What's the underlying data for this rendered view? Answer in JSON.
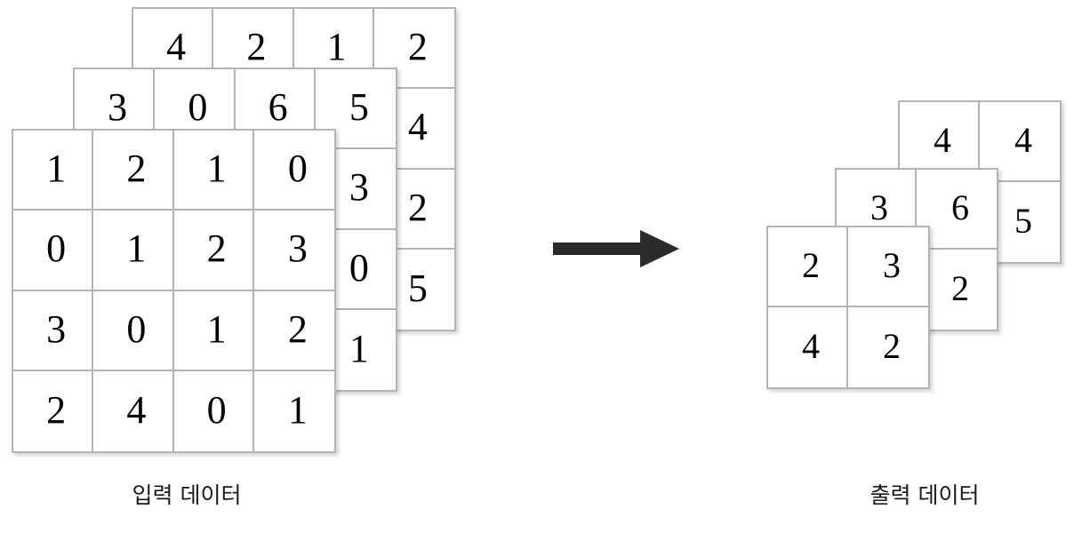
{
  "diagram": {
    "title_visible": false,
    "background_color": "#ffffff",
    "grid_line_color": "#b4b4b4",
    "digit_color": "#000000",
    "arrow_color": "#2b2b2b"
  },
  "input": {
    "caption": "입력 데이터",
    "grid_size": "4x4",
    "layer_count": 3,
    "layers": {
      "back": {
        "name": "input-channel-3",
        "rows": [
          [
            "4",
            "2",
            "1",
            "2"
          ],
          [
            "",
            "",
            "",
            "4"
          ],
          [
            "",
            "",
            "",
            "2"
          ],
          [
            "",
            "",
            "",
            "5"
          ]
        ]
      },
      "middle": {
        "name": "input-channel-2",
        "rows": [
          [
            "3",
            "0",
            "6",
            "5"
          ],
          [
            "",
            "",
            "",
            "3"
          ],
          [
            "",
            "",
            "",
            "0"
          ],
          [
            "",
            "",
            "",
            "1"
          ]
        ]
      },
      "front": {
        "name": "input-channel-1",
        "rows": [
          [
            "1",
            "2",
            "1",
            "0"
          ],
          [
            "0",
            "1",
            "2",
            "3"
          ],
          [
            "3",
            "0",
            "1",
            "2"
          ],
          [
            "2",
            "4",
            "0",
            "1"
          ]
        ]
      }
    }
  },
  "arrow": {
    "name": "transform-arrow",
    "direction": "right",
    "color": "#2b2b2b"
  },
  "output": {
    "caption": "출력 데이터",
    "grid_size": "2x2",
    "layer_count": 3,
    "layers": {
      "back": {
        "name": "output-channel-3",
        "rows": [
          [
            "4",
            "4"
          ],
          [
            "",
            "5"
          ]
        ]
      },
      "middle": {
        "name": "output-channel-2",
        "rows": [
          [
            "3",
            "6"
          ],
          [
            "",
            "2"
          ]
        ]
      },
      "front": {
        "name": "output-channel-1",
        "rows": [
          [
            "2",
            "3"
          ],
          [
            "4",
            "2"
          ]
        ]
      }
    }
  }
}
